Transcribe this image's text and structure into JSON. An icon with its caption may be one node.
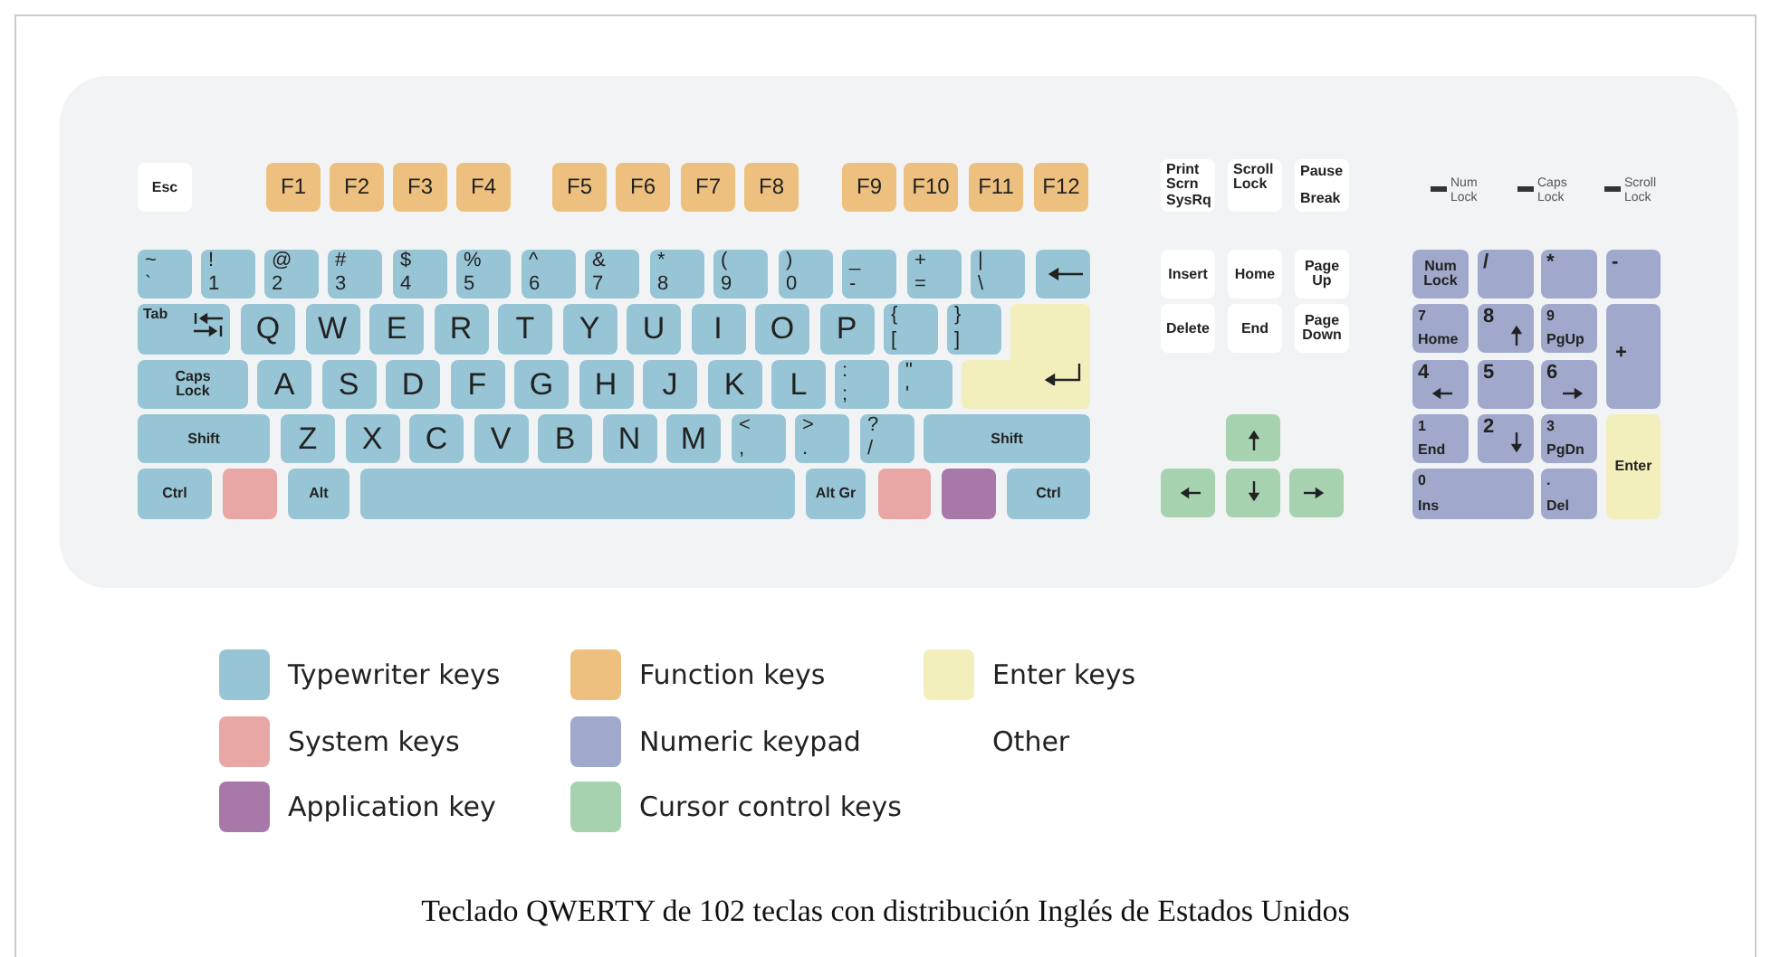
{
  "diagram": {
    "caption": "Teclado QWERTY de 102 teclas con distribución Inglés de Estados Unidos",
    "nodes": [
      {
        "text": [
          "Esc"
        ]
      },
      {
        "text": [
          "F1"
        ]
      },
      {
        "text": [
          "F2"
        ]
      },
      {
        "text": [
          "F3"
        ]
      },
      {
        "text": [
          "F4"
        ]
      },
      {
        "text": [
          "F5"
        ]
      },
      {
        "text": [
          "F6"
        ]
      },
      {
        "text": [
          "F7"
        ]
      },
      {
        "text": [
          "F8"
        ]
      },
      {
        "text": [
          "F9"
        ]
      },
      {
        "text": [
          "F10"
        ]
      },
      {
        "text": [
          "F11"
        ]
      },
      {
        "text": [
          "F12"
        ]
      },
      {
        "text": [
          "Print Scrn SysRq"
        ]
      },
      {
        "text": [
          "Scroll Lock"
        ]
      },
      {
        "text": [
          "Pause",
          "Break"
        ]
      },
      {
        "text": [
          "~",
          "`"
        ]
      },
      {
        "text": [
          "!",
          "1"
        ]
      },
      {
        "text": [
          "@",
          "2"
        ]
      },
      {
        "text": [
          "#",
          "3"
        ]
      },
      {
        "text": [
          "$",
          "4"
        ]
      },
      {
        "text": [
          "%",
          "5"
        ]
      },
      {
        "text": [
          "^",
          "6"
        ]
      },
      {
        "text": [
          "&",
          "7"
        ]
      },
      {
        "text": [
          "*",
          "8"
        ]
      },
      {
        "text": [
          "(",
          "9"
        ]
      },
      {
        "text": [
          ")",
          "0"
        ]
      },
      {
        "text": [
          "_",
          "-"
        ]
      },
      {
        "text": [
          "+",
          "="
        ]
      },
      {
        "text": [
          "|",
          "\\"
        ]
      },
      {
        "text": [],
        "shape": "box"
      },
      {
        "text": [
          "Insert"
        ]
      },
      {
        "text": [
          "Home"
        ]
      },
      {
        "text": [
          "Page Up"
        ]
      },
      {
        "text": [
          "Num Lock"
        ]
      },
      {
        "text": [
          "/"
        ]
      },
      {
        "text": [
          "*"
        ]
      },
      {
        "text": [
          "-"
        ]
      },
      {
        "text": [
          "Tab"
        ]
      },
      {
        "text": [
          "Q"
        ]
      },
      {
        "text": [
          "W"
        ]
      },
      {
        "text": [
          "E"
        ]
      },
      {
        "text": [
          "R"
        ]
      },
      {
        "text": [
          "T"
        ]
      },
      {
        "text": [
          "Y"
        ]
      },
      {
        "text": [
          "U"
        ]
      },
      {
        "text": [
          "I"
        ]
      },
      {
        "text": [
          "O"
        ]
      },
      {
        "text": [
          "P"
        ]
      },
      {
        "text": [
          "{",
          "["
        ]
      },
      {
        "text": [
          "}",
          "]"
        ]
      },
      {
        "text": [],
        "shape": "box"
      },
      {
        "text": [
          "Delete"
        ]
      },
      {
        "text": [
          "End"
        ]
      },
      {
        "text": [
          "Page Down"
        ]
      },
      {
        "text": [
          "7",
          "Home"
        ]
      },
      {
        "text": [
          "8"
        ]
      },
      {
        "text": [
          "9",
          "PgUp"
        ]
      },
      {
        "text": [
          "+"
        ]
      },
      {
        "text": [
          "Caps Lock"
        ]
      },
      {
        "text": [
          "A"
        ]
      },
      {
        "text": [
          "S"
        ]
      },
      {
        "text": [
          "D"
        ]
      },
      {
        "text": [
          "F"
        ]
      },
      {
        "text": [
          "G"
        ]
      },
      {
        "text": [
          "H"
        ]
      },
      {
        "text": [
          "J"
        ]
      },
      {
        "text": [
          "K"
        ]
      },
      {
        "text": [
          "L"
        ]
      },
      {
        "text": [
          ":",
          ";"
        ]
      },
      {
        "text": [
          "\"",
          "'"
        ]
      },
      {
        "text": [
          "4"
        ]
      },
      {
        "text": [
          "5"
        ]
      },
      {
        "text": [
          "6"
        ]
      },
      {
        "text": [
          "Shift"
        ]
      },
      {
        "text": [
          "Z"
        ]
      },
      {
        "text": [
          "X"
        ]
      },
      {
        "text": [
          "C"
        ]
      },
      {
        "text": [
          "V"
        ]
      },
      {
        "text": [
          "B"
        ]
      },
      {
        "text": [
          "N"
        ]
      },
      {
        "text": [
          "M"
        ]
      },
      {
        "text": [
          "<",
          ","
        ]
      },
      {
        "text": [
          ">",
          "."
        ]
      },
      {
        "text": [
          "?",
          "/"
        ]
      },
      {
        "text": [
          "Shift"
        ]
      },
      {
        "text": [],
        "shape": "box"
      },
      {
        "text": [
          "1",
          "End"
        ]
      },
      {
        "text": [
          "2"
        ]
      },
      {
        "text": [
          "3",
          "PgDn"
        ]
      },
      {
        "text": [
          "Enter"
        ]
      },
      {
        "text": [
          "Ctrl"
        ]
      },
      {
        "text": [],
        "shape": "box"
      },
      {
        "text": [
          "Alt"
        ]
      },
      {
        "text": [],
        "shape": "box"
      },
      {
        "text": [
          "Alt Gr"
        ]
      },
      {
        "text": [],
        "shape": "box"
      },
      {
        "text": [],
        "shape": "box"
      },
      {
        "text": [
          "Ctrl"
        ]
      },
      {
        "text": [],
        "shape": "box"
      },
      {
        "text": [],
        "shape": "box"
      },
      {
        "text": [],
        "shape": "box"
      },
      {
        "text": [
          "0",
          "Ins"
        ]
      },
      {
        "text": [
          ".",
          "Del"
        ]
      }
    ],
    "labels": [
      "Num Lock",
      "Caps Lock",
      "Scroll Lock"
    ],
    "legend": [
      {
        "text": "Typewriter keys",
        "color": "#98c5d6"
      },
      {
        "text": "Function keys",
        "color": "#edc07f"
      },
      {
        "text": "Enter keys",
        "color": "#f2efbd"
      },
      {
        "text": "System keys",
        "color": "#e8a7a4"
      },
      {
        "text": "Numeric keypad",
        "color": "#a0a9cb"
      },
      {
        "text": "Other",
        "color": "#ffffff"
      },
      {
        "text": "Application key",
        "color": "#a879a8"
      },
      {
        "text": "Cursor control keys",
        "color": "#a6d2b0"
      }
    ]
  }
}
